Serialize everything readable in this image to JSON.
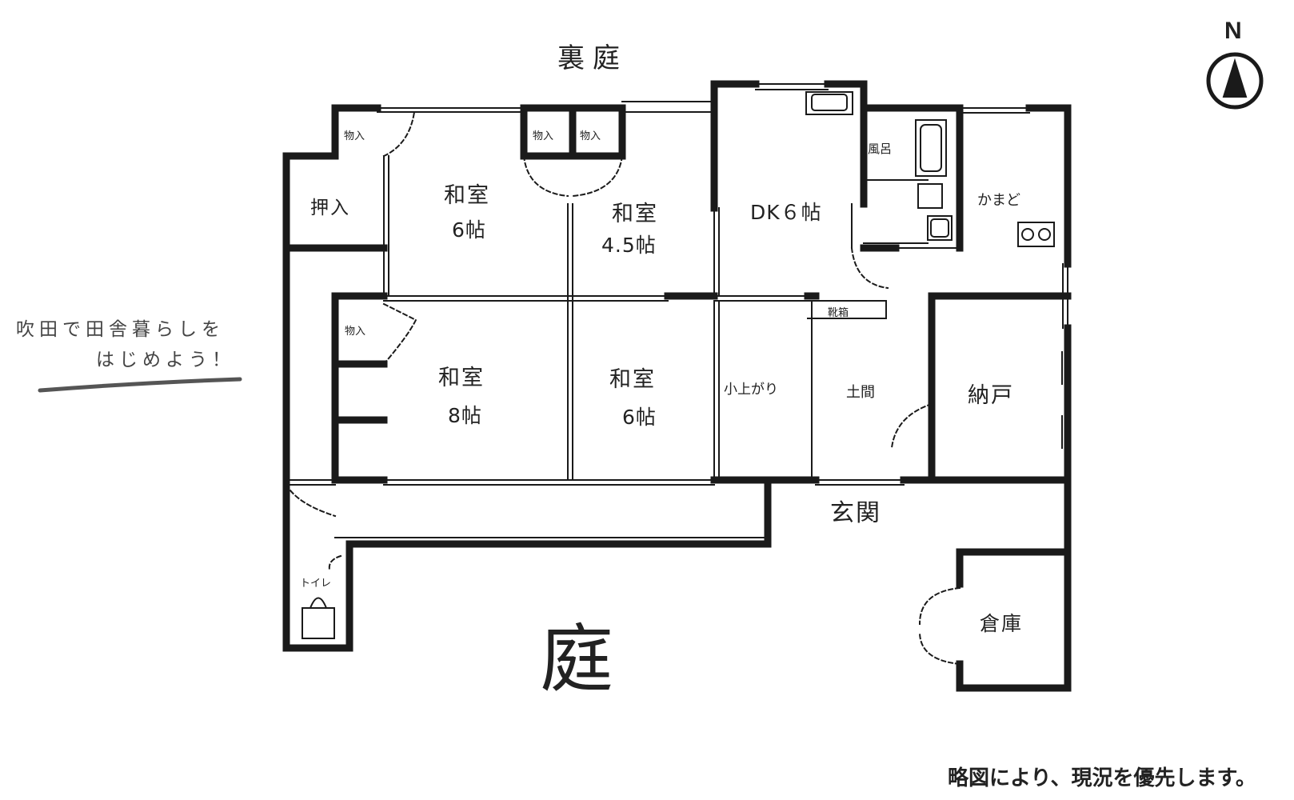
{
  "compass": {
    "north_label": "N"
  },
  "labels": {
    "back_garden": "裏庭",
    "front_garden": "庭",
    "entrance": "玄関",
    "tagline_line1": "吹田で田舎暮らしを",
    "tagline_line2": "はじめよう！",
    "footnote": "略図により、現況を優先します。"
  },
  "rooms": {
    "washitsu_nw": {
      "name": "和室",
      "size": "6帖"
    },
    "washitsu_n": {
      "name": "和室",
      "size": "4.5帖"
    },
    "dk": {
      "name": "DK６帖"
    },
    "washitsu_sw": {
      "name": "和室",
      "size": "8帖"
    },
    "washitsu_s": {
      "name": "和室",
      "size": "6帖"
    },
    "koagari": {
      "name": "小上がり"
    },
    "doma": {
      "name": "土間"
    },
    "nando": {
      "name": "納戸"
    },
    "souko": {
      "name": "倉庫"
    },
    "oshiire": {
      "name": "押入"
    },
    "furo": {
      "name": "風呂"
    },
    "kamado": {
      "name": "かまど"
    },
    "toilet": {
      "name": "トイレ"
    },
    "kutsubako": {
      "name": "靴箱"
    },
    "monoire": {
      "name": "物入"
    }
  }
}
